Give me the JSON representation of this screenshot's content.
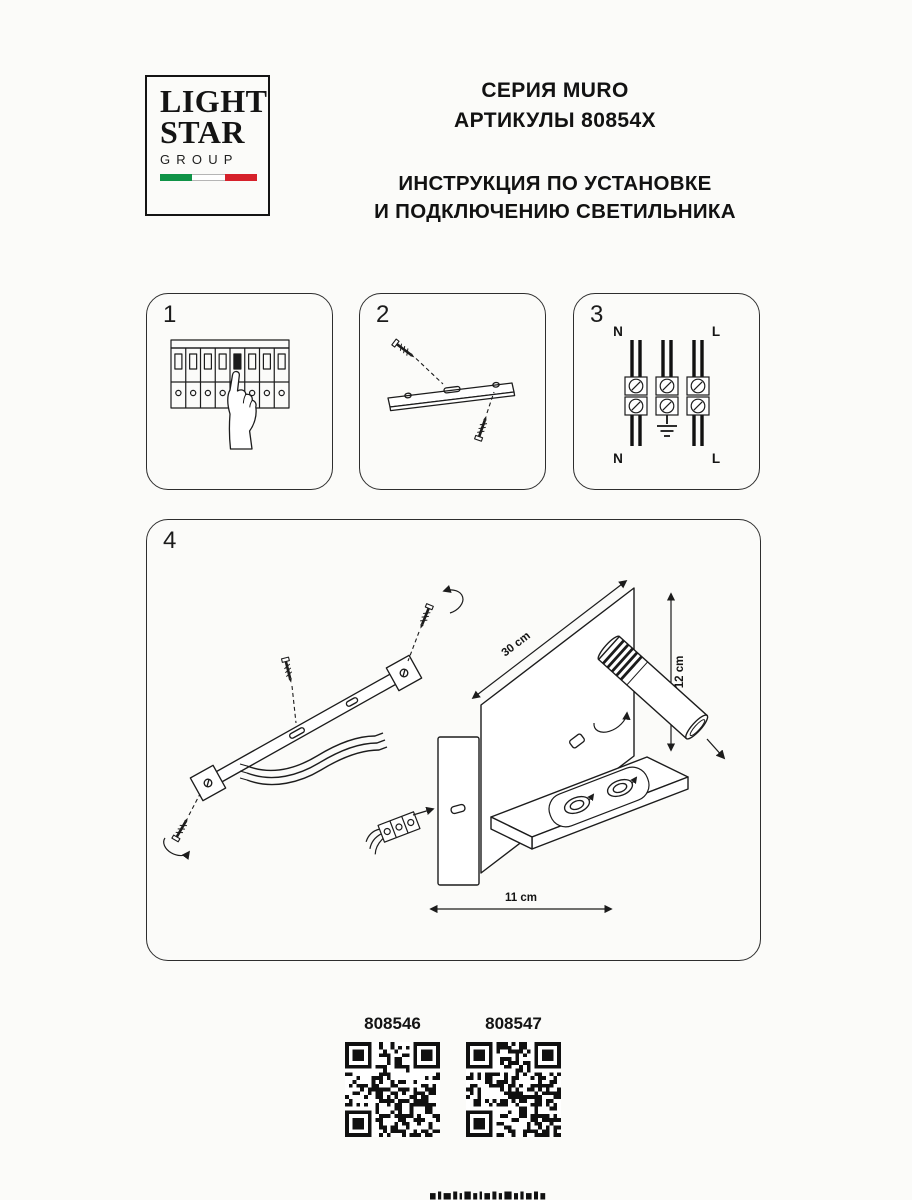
{
  "logo": {
    "line1": "LIGHT",
    "line2": "STAR",
    "line3": "GROUP",
    "flag_colors": [
      "#0f9347",
      "#ffffff",
      "#d6212b"
    ]
  },
  "header": {
    "series": "СЕРИЯ MURO",
    "articles": "АРТИКУЛЫ 80854X",
    "title_line1": "ИНСТРУКЦИЯ ПО УСТАНОВКЕ",
    "title_line2": "И ПОДКЛЮЧЕНИЮ СВЕТИЛЬНИКА"
  },
  "steps": [
    {
      "number": "1"
    },
    {
      "number": "2"
    },
    {
      "number": "3",
      "labels": {
        "top_left": "N",
        "top_right": "L",
        "bottom_left": "N",
        "bottom_right": "L"
      }
    },
    {
      "number": "4",
      "dims": {
        "height": "30 cm",
        "spot_length": "12 cm",
        "width": "11 cm"
      }
    }
  ],
  "qr_codes": [
    {
      "label": "808546"
    },
    {
      "label": "808547"
    }
  ]
}
